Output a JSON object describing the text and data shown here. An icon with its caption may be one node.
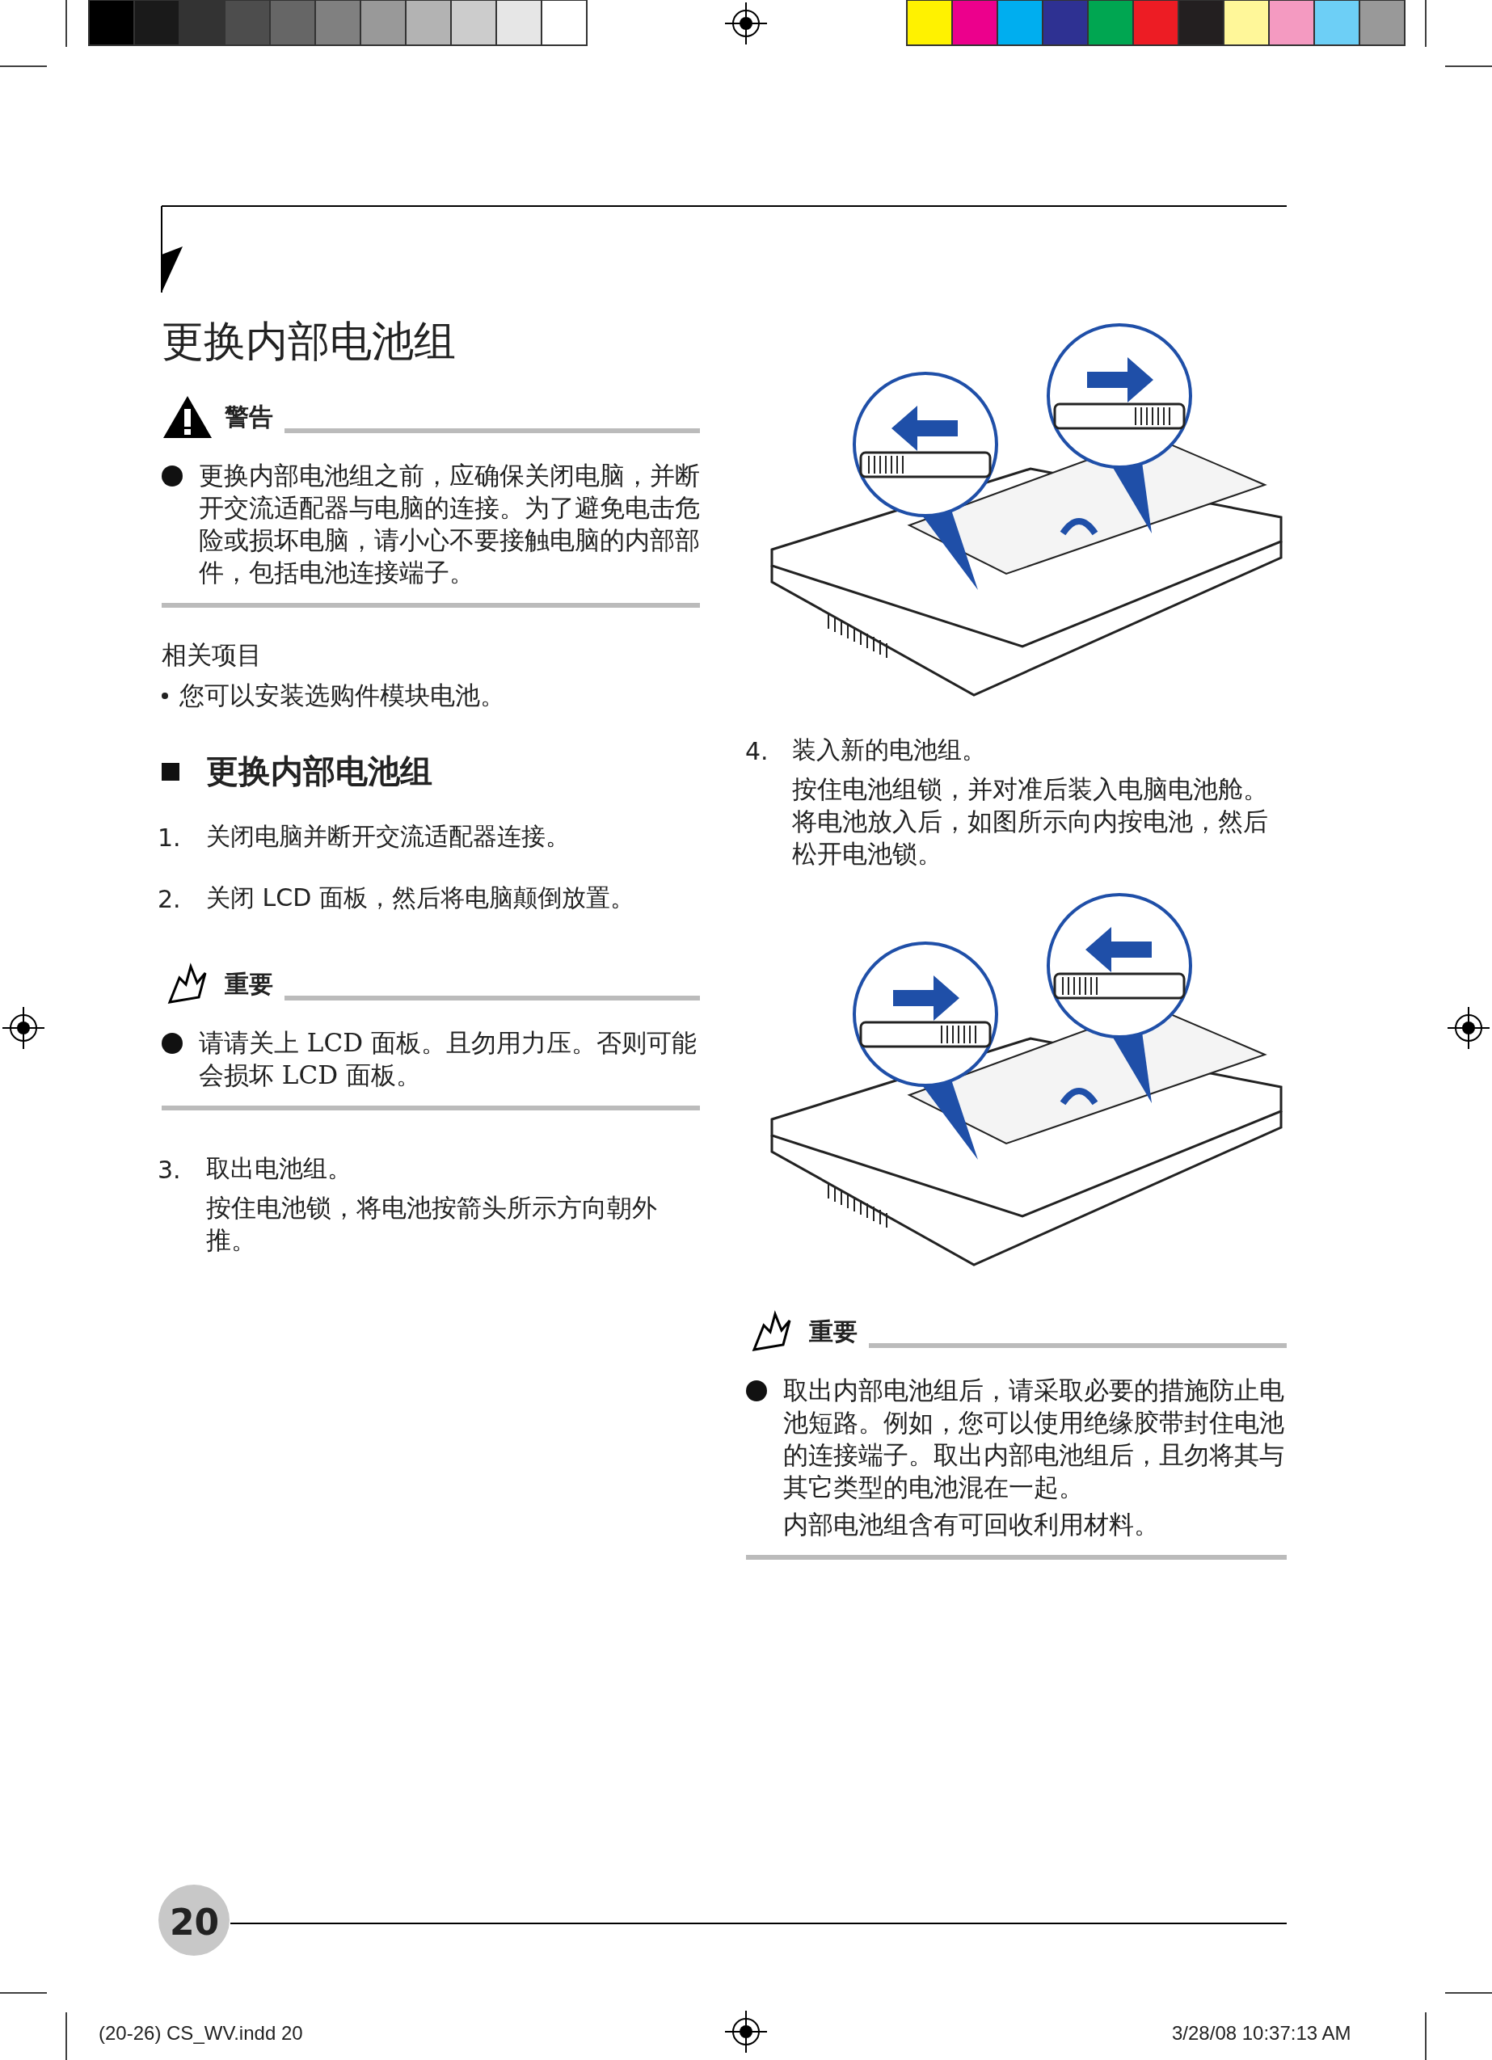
{
  "diagram": {
    "title": "更换内部电池组",
    "nodes": [
      {
        "text": [
          "警告",
          "更换内部电池组之前，应确保关闭电脑，并断开交流适配器与电脑的连接。为了避免电击危险或损坏电脑，请小心不要接触电脑的内部部件，包括电池连接端子。"
        ]
      },
      {
        "text": [
          "重要",
          "请请关上 LCD 面板。且勿用力压。否则可能会损坏 LCD 面板。"
        ]
      },
      {
        "text": [
          "重要",
          "取出内部电池组后，请采取必要的措施防止电池短路。例如，您可以使用绝缘胶带封住电池的连接端子。取出内部电池组后，且勿将其与其它类型的电池混在一起。",
          "内部电池组含有可回收利用材料。"
        ]
      }
    ],
    "labels": [
      "相关项目",
      "您可以安装选购件模块电池。",
      "更换内部电池组",
      "1.",
      "关闭电脑并断开交流适配器连接。",
      "2.",
      "关闭 LCD 面板，然后将电脑颠倒放置。",
      "3.",
      "取出电池组。",
      "按住电池锁，将电池按箭头所示方向朝外推。",
      "4.",
      "装入新的电池组。",
      "按住电池组锁，并对准后装入电脑电池舱。将电池放入后，如图所示向内按电池，然后松开电池锁。",
      "20",
      "(20-26) CS_WV.indd   20",
      "3/28/08   10:37:13 AM"
    ]
  }
}
